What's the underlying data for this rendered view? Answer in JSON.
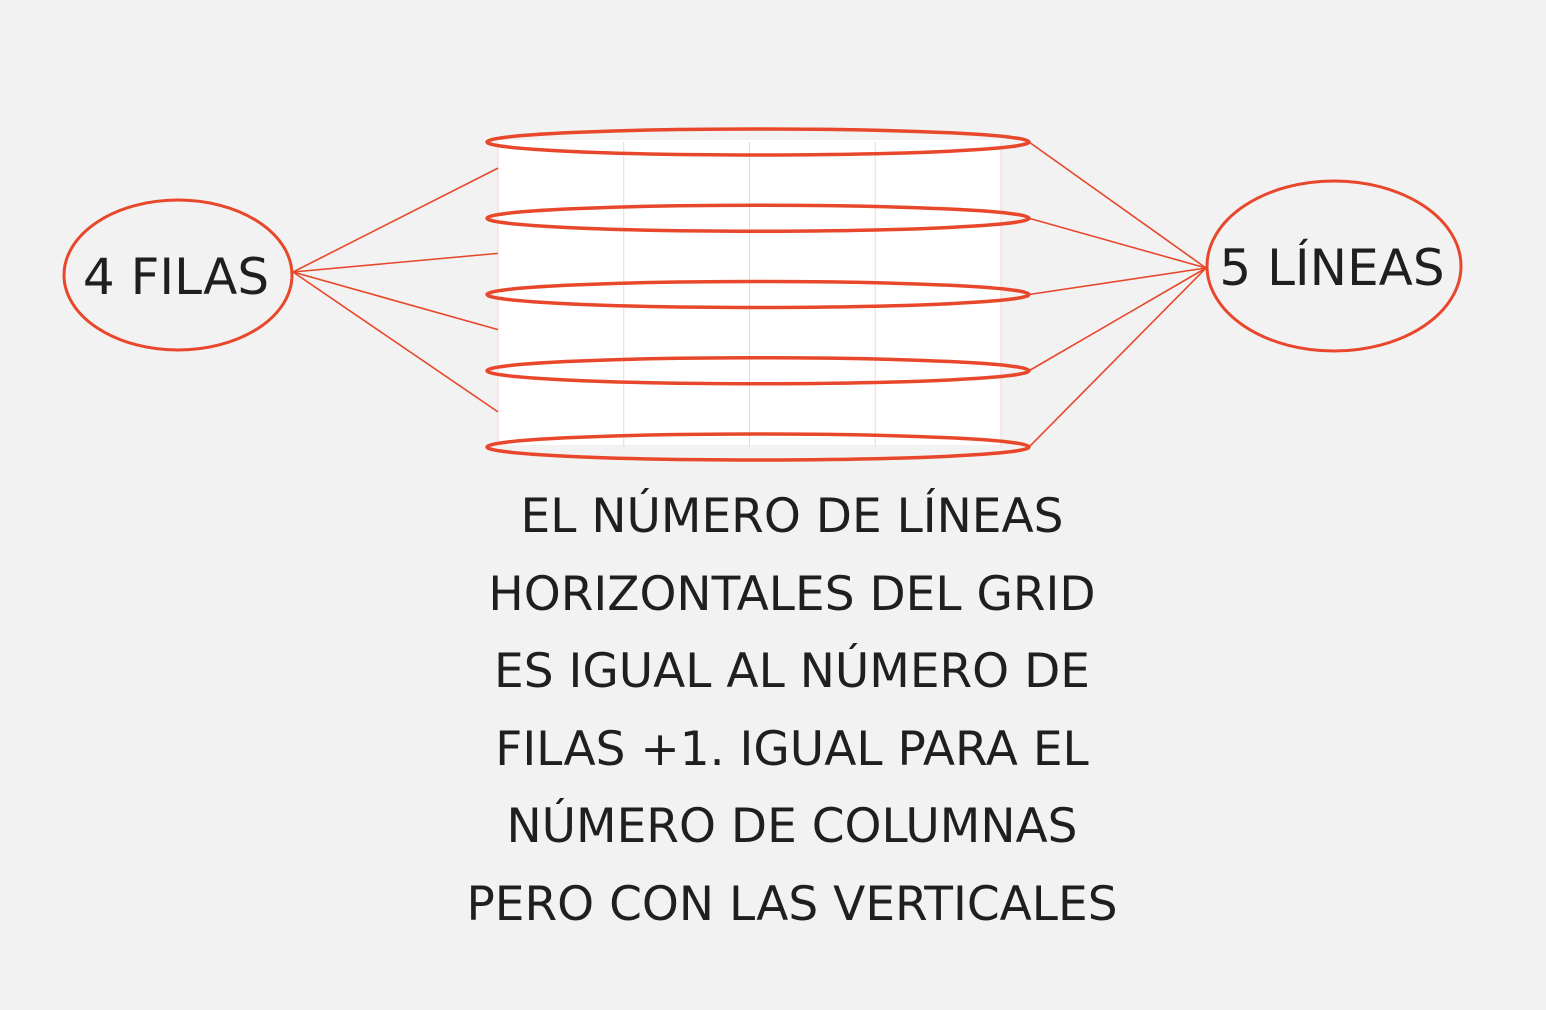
{
  "colors": {
    "background": "#f2f2f2",
    "accent": "#e8472b",
    "grid_fill": "#ffffff",
    "grid_line": "#f6d4cc",
    "text": "#1f1f1f"
  },
  "grid": {
    "rows": 4,
    "columns": 4,
    "horizontal_lines": 5
  },
  "left_bubble": {
    "label": "4 FILAS"
  },
  "right_bubble": {
    "label": "5 LÍNEAS"
  },
  "explanation": {
    "lines": [
      "EL NÚMERO DE LÍNEAS",
      "HORIZONTALES DEL GRID",
      "ES IGUAL AL NÚMERO DE",
      "FILAS +1. IGUAL PARA EL",
      "NÚMERO DE COLUMNAS",
      "PERO CON LAS VERTICALES"
    ]
  }
}
